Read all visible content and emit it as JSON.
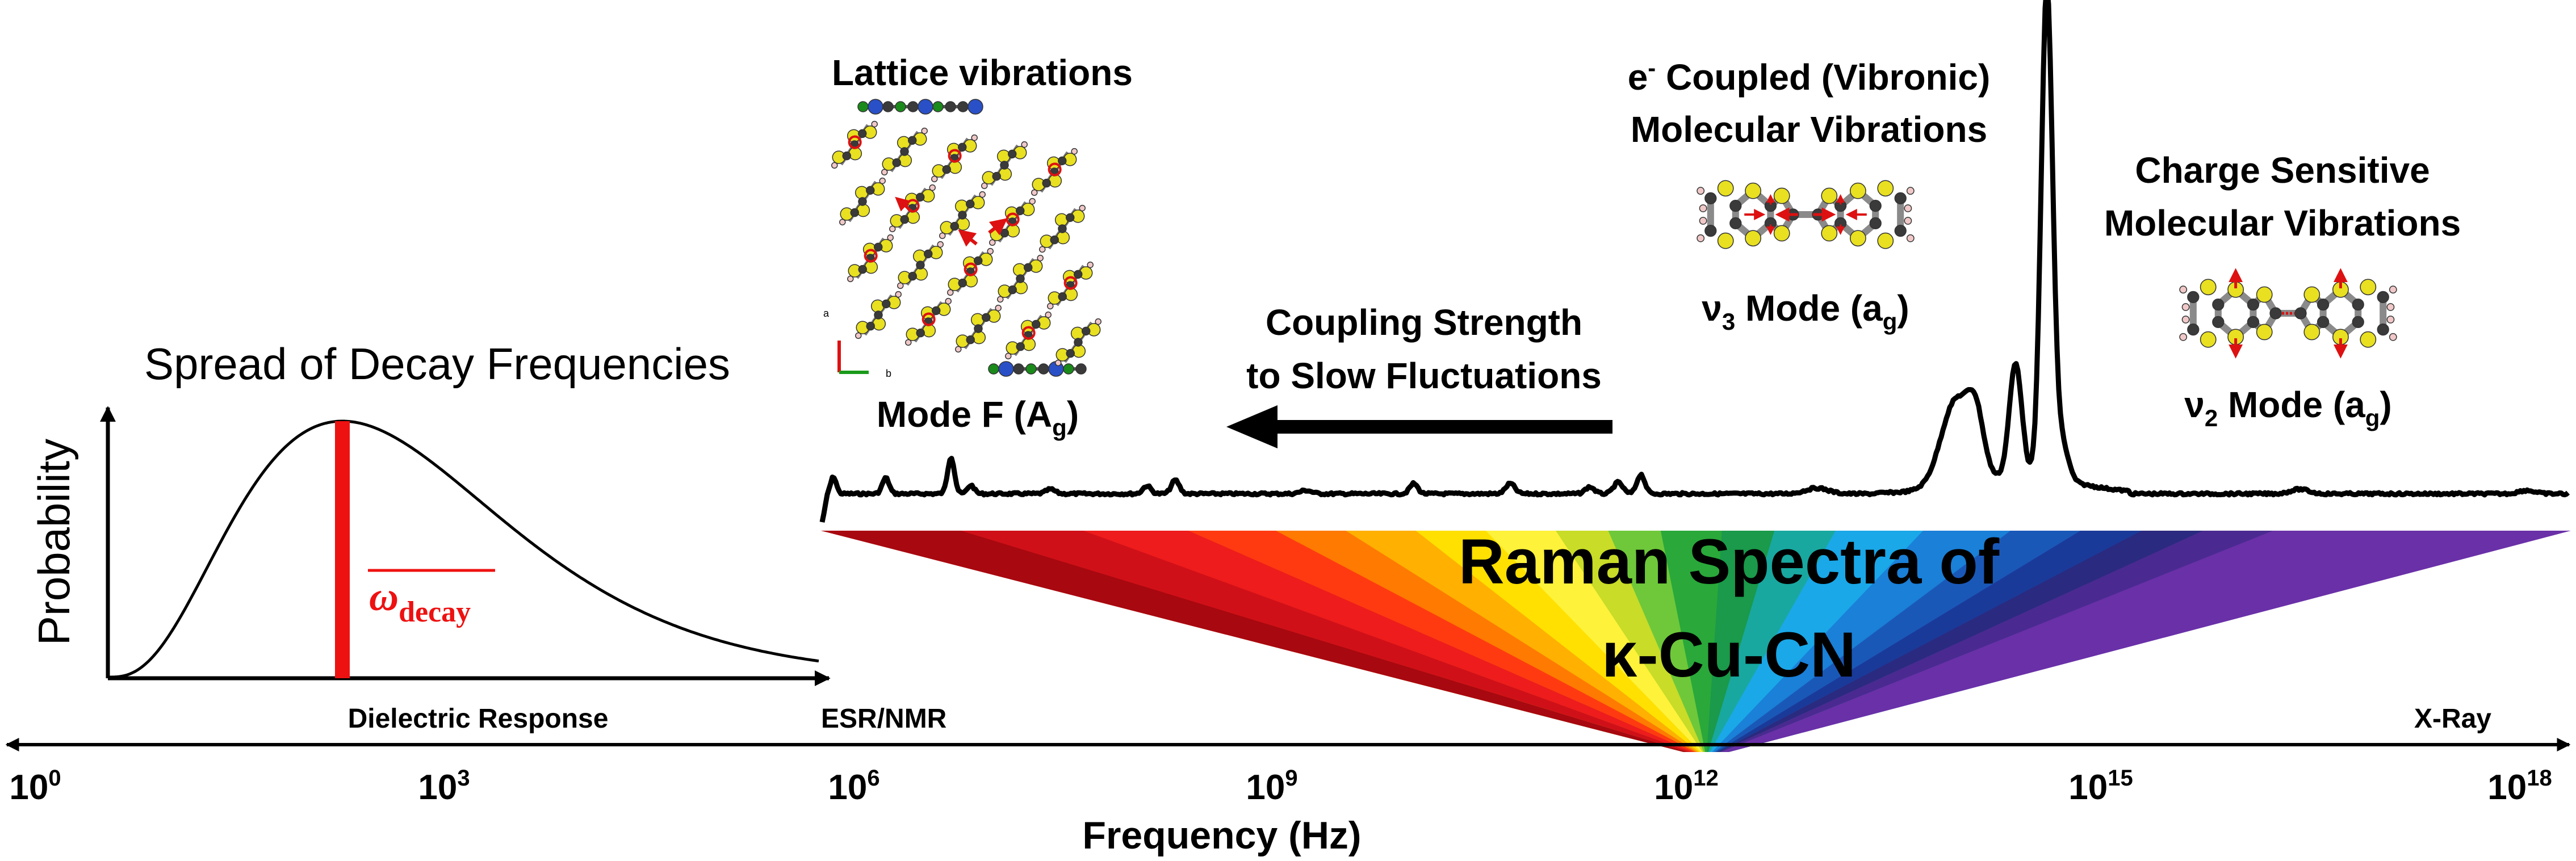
{
  "left_panel": {
    "title": "Spread of Decay Frequencies",
    "y_axis_label": "Probability",
    "mean_label": "ω",
    "mean_sub": "decay",
    "bottom_label": "Dielectric Response"
  },
  "axis": {
    "title": "Frequency (Hz)",
    "tick_base": "10",
    "tick_exponents": [
      "0",
      "3",
      "6",
      "9",
      "12",
      "15",
      "18"
    ],
    "region_labels": [
      "ESR/NMR",
      "X-Ray"
    ]
  },
  "spectrum": {
    "title_line1": "Raman Spectra of",
    "title_line2": "κ-Cu-CN"
  },
  "lattice": {
    "title": "Lattice vibrations",
    "mode_prefix": "Mode F (A",
    "mode_sub": "g",
    "mode_suffix": ")",
    "axis_labels": [
      "a",
      "b"
    ]
  },
  "arrow_text": {
    "line1": "Coupling Strength",
    "line2": "to Slow Fluctuations"
  },
  "vibronic": {
    "sup": "-",
    "title_line1_main": "e",
    "title_line1_rest": " Coupled (Vibronic)",
    "title_line2": "Molecular Vibrations",
    "mode_prefix": "ν",
    "mode_sub": "3",
    "mode_mid": " Mode (a",
    "mode_sub2": "g",
    "mode_suffix": ")"
  },
  "charge": {
    "title_line1": "Charge Sensitive",
    "title_line2": "Molecular Vibrations",
    "mode_prefix": "ν",
    "mode_sub": "2",
    "mode_mid": " Mode (a",
    "mode_sub2": "g",
    "mode_suffix": ")"
  },
  "colors": {
    "red_marker": "#ee1111",
    "arrow": "#000000",
    "sulfur": "#e8e020",
    "carbon": "#3a3a3a",
    "hydrogen": "#f0c8c8",
    "nitrogen": "#2a50c8",
    "copper": "#1a8a1a",
    "vector": "#dd1111"
  }
}
